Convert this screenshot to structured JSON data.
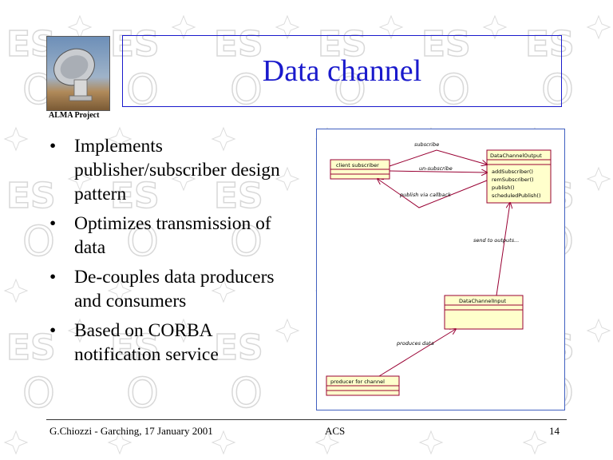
{
  "header": {
    "logo_caption": "ALMA Project",
    "title": "Data channel"
  },
  "bullets": [
    "Implements publisher/subscriber design pattern",
    "Optimizes transmission of data",
    "De-couples data producers and consumers",
    "Based on CORBA notification service"
  ],
  "bullet_symbol": "•",
  "diagram": {
    "classes": {
      "client": "client subscriber",
      "output": "DataChannelOutput",
      "input": "DataChannelInput",
      "producer": "producer for channel"
    },
    "operations": [
      "addSubscriber()",
      "remSubscriber()",
      "publish()",
      "scheduledPublish()"
    ],
    "messages": {
      "subscribe": "subscribe",
      "unsubscribe": "un-subscribe",
      "callback": "publish via callback",
      "send": "send to outputs...",
      "produces": "produces data"
    }
  },
  "footer": {
    "author": "G.Chiozzi - Garching, 17 January 2001",
    "center": "ACS",
    "page": "14"
  },
  "watermark_text": "ES O",
  "colors": {
    "title": "#1a1acc",
    "uml_line": "#990033",
    "uml_fill": "#ffffcc",
    "watermark": "#dcdcdc"
  }
}
